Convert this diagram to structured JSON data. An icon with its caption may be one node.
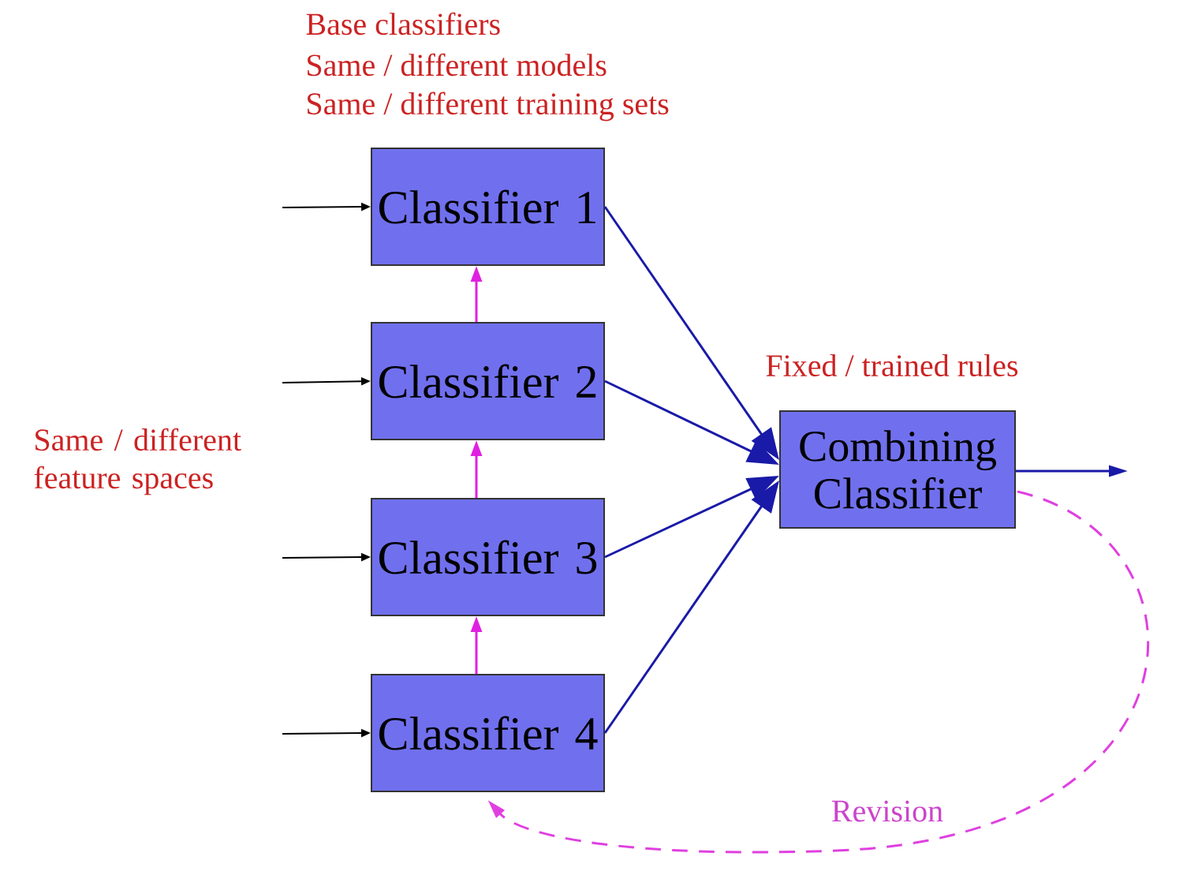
{
  "diagram": {
    "nodes": [
      {
        "text": [
          "Classifier 1"
        ]
      },
      {
        "text": [
          "Classifier 2"
        ]
      },
      {
        "text": [
          "Classifier 3"
        ]
      },
      {
        "text": [
          "Classifier 4"
        ]
      },
      {
        "text": [
          "Combining Classifier"
        ]
      }
    ],
    "edges": [
      {
        "from": null,
        "to": 0,
        "arrow": "to",
        "color": "#000000"
      },
      {
        "from": null,
        "to": 1,
        "arrow": "to",
        "color": "#000000"
      },
      {
        "from": null,
        "to": 2,
        "arrow": "to",
        "color": "#000000"
      },
      {
        "from": null,
        "to": 3,
        "arrow": "to",
        "color": "#000000"
      },
      {
        "from": 1,
        "to": 0,
        "arrow": "to",
        "color": "#e020e0"
      },
      {
        "from": 2,
        "to": 1,
        "arrow": "to",
        "color": "#e020e0"
      },
      {
        "from": 3,
        "to": 2,
        "arrow": "to",
        "color": "#e020e0"
      },
      {
        "from": 0,
        "to": 4,
        "arrow": "to"
      },
      {
        "from": 1,
        "to": 4,
        "arrow": "to"
      },
      {
        "from": 2,
        "to": 4,
        "arrow": "to"
      },
      {
        "from": 3,
        "to": 4,
        "arrow": "to"
      },
      {
        "from": 4,
        "to": null,
        "arrow": "to"
      },
      {
        "from": 4,
        "to": 3,
        "arrow": "to",
        "label": "Revision",
        "style": "dashed",
        "color": "#e040e0"
      }
    ],
    "labels": [
      "Base classifiers",
      "Same / different models",
      "Same / different training sets",
      "Same / different feature spaces",
      "Fixed / trained rules"
    ]
  }
}
